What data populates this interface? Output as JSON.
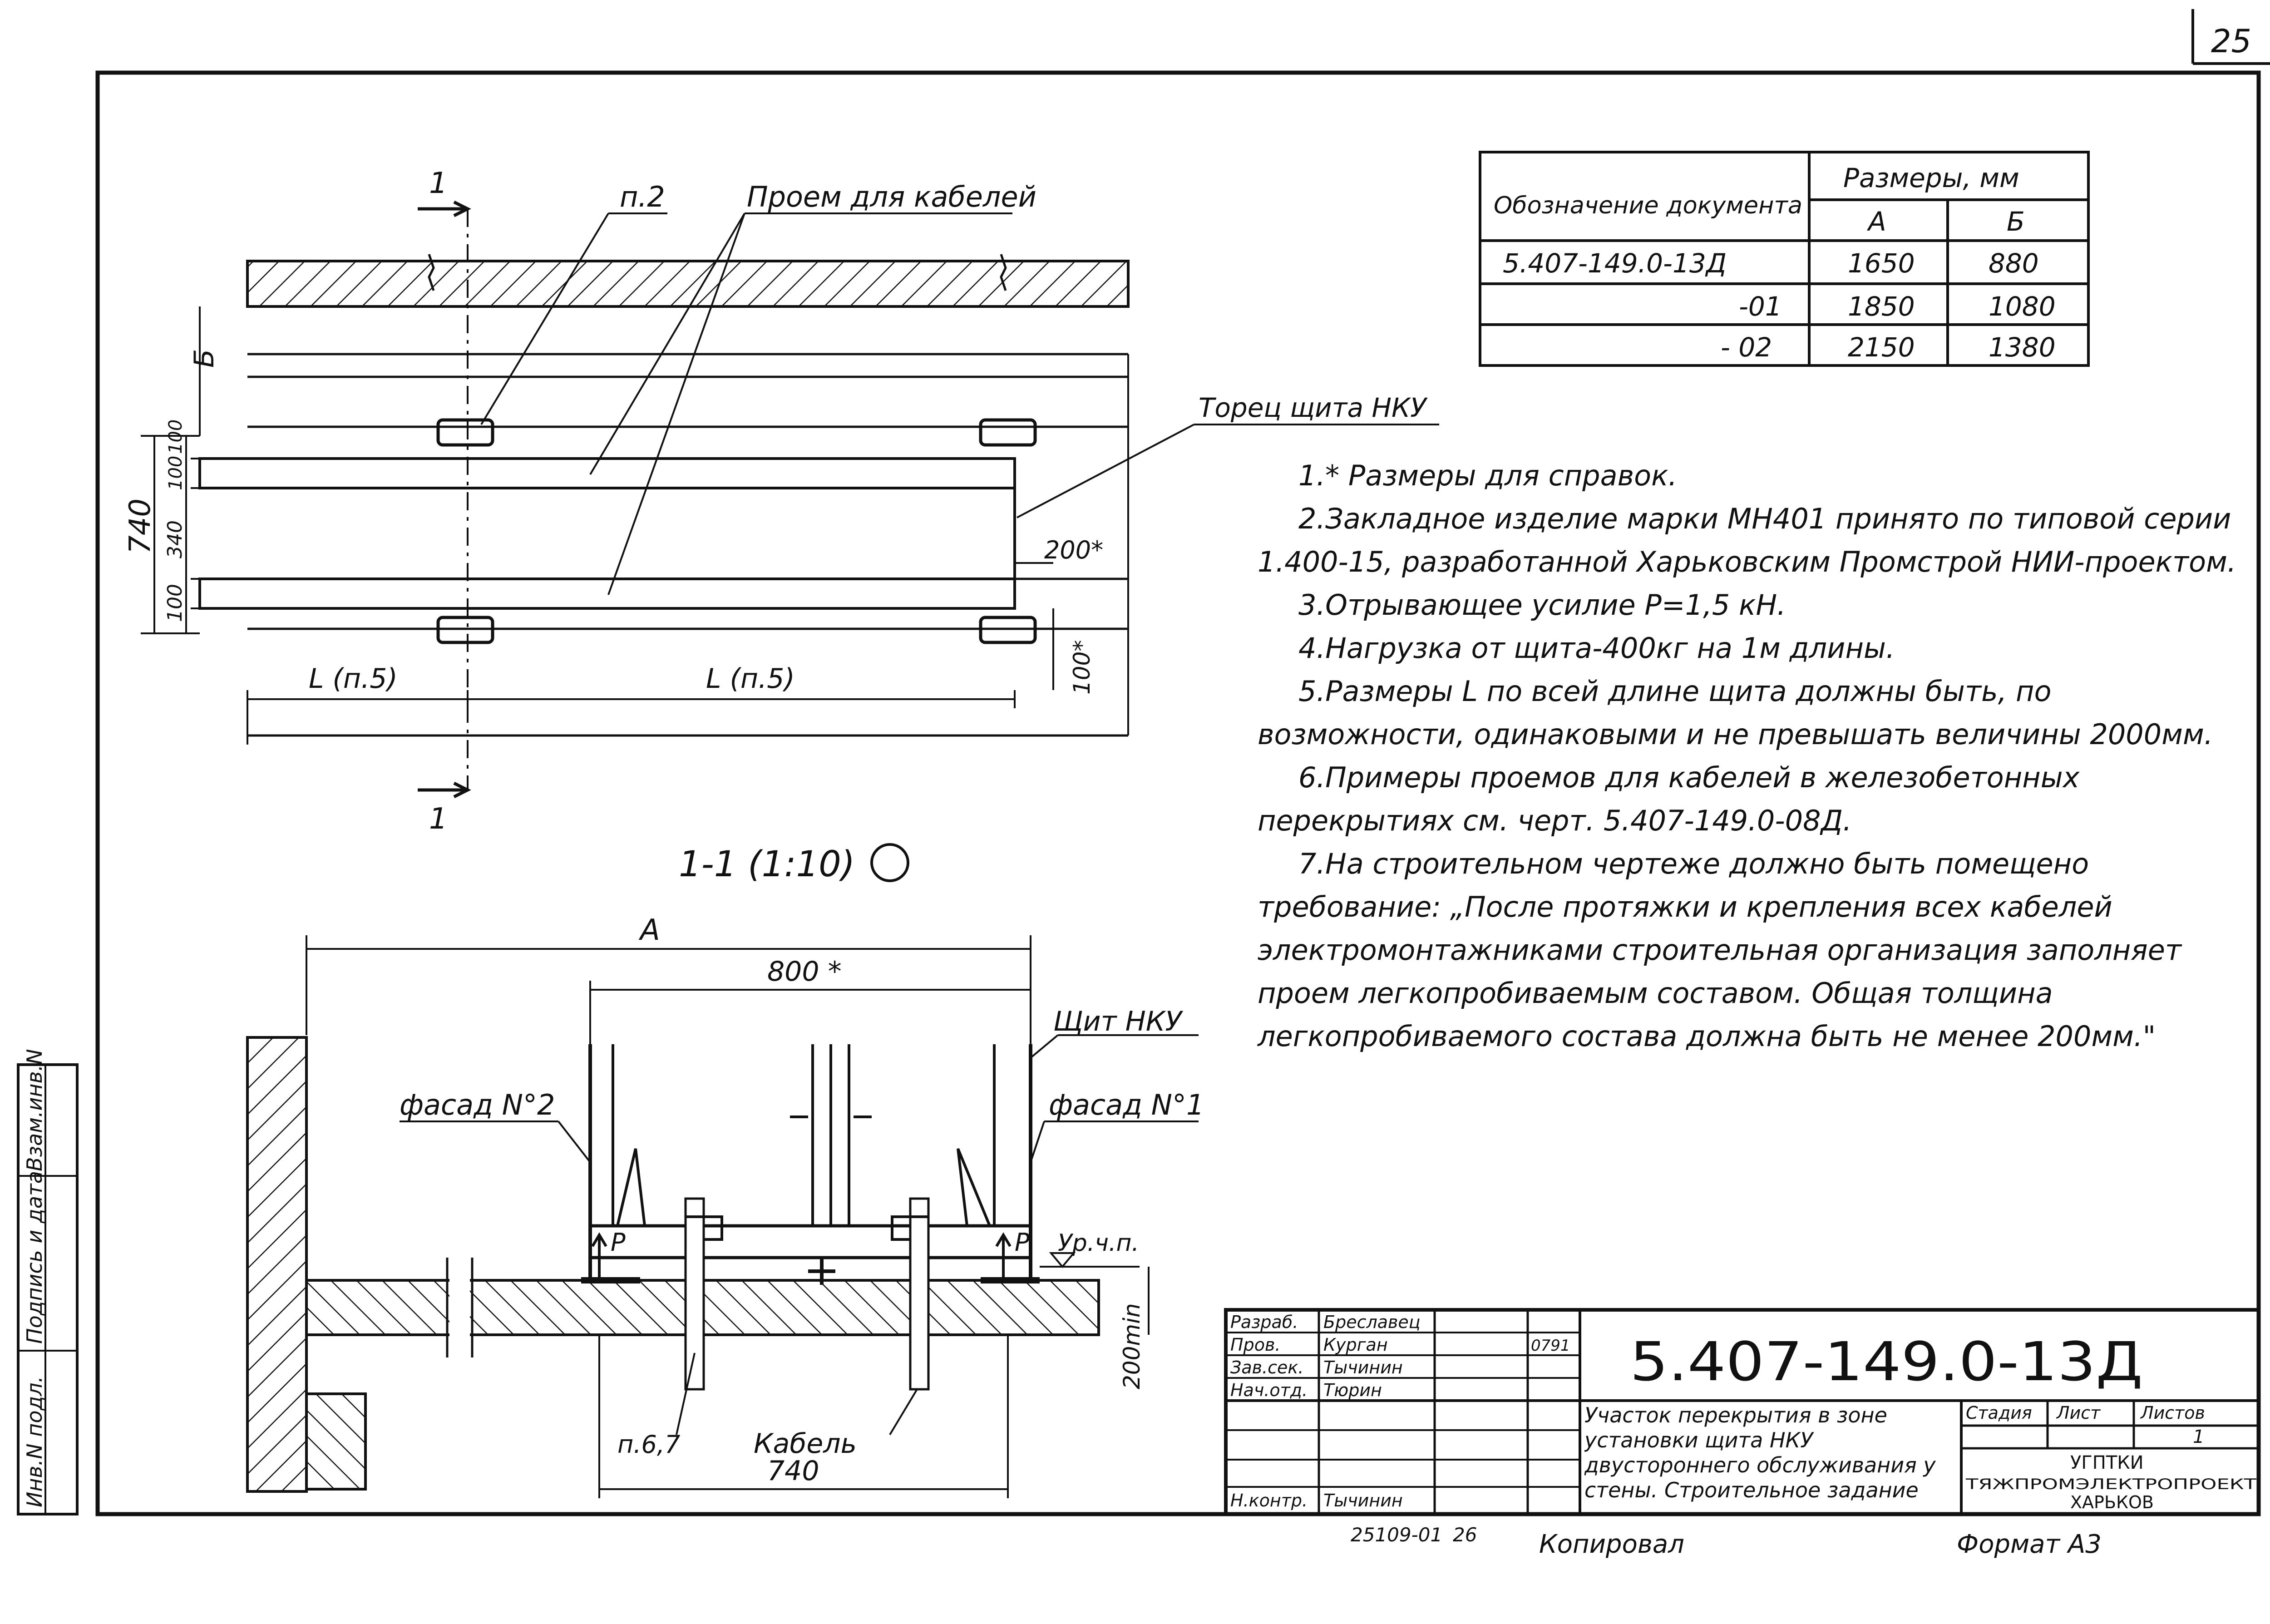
{
  "page_number": "25",
  "dimensions_table": {
    "col_designation": "Обозначение документа",
    "col_sizes": "Размеры, мм",
    "col_a": "А",
    "col_b": "Б",
    "rows": [
      {
        "designation": "5.407-149.0-13Д",
        "a": "1650",
        "b": "880"
      },
      {
        "designation": "-01",
        "a": "1850",
        "b": "1080"
      },
      {
        "designation": "- 02",
        "a": "2150",
        "b": "1380"
      }
    ]
  },
  "plan_view": {
    "label_p2": "п.2",
    "label_cable_opening": "Проем для кабелей",
    "label_panel_end": "Торец щита НКУ",
    "section_mark": "1",
    "dim_b": "Б",
    "dim_740": "740",
    "dim_100_left": "100",
    "dim_340": "340",
    "dim_100_top": "100",
    "dim_100_mid": "100",
    "dim_200": "200*",
    "dim_100_bottom": "100*",
    "dim_l1": "L (п.5)",
    "dim_l2": "L (п.5)"
  },
  "section_view": {
    "title": "1-1 (1:10)",
    "dim_a": "А",
    "dim_800": "800 *",
    "label_panel": "Щит НКУ",
    "label_facade2": "фасад N°2",
    "label_facade1": "фасад N°1",
    "label_level": "Ур.ч.п.",
    "label_p_left": "P",
    "label_p_right": "P",
    "dim_200min": "200min",
    "label_p67": "п.6,7",
    "label_cable": "Кабель",
    "dim_740": "740"
  },
  "notes": [
    "1.* Размеры для справок.",
    "2.Закладное изделие марки МН401 принято по типовой серии 1.400-15, разработанной Харьковским Промстрой НИИ-проектом.",
    "3.Отрывающее усилие P=1,5 кН.",
    "4.Нагрузка от щита-400кг на 1м длины.",
    "5.Размеры L по всей длине щита должны быть, по возможности, одинаковыми и не превышать величины 2000мм.",
    "6.Примеры проемов для кабелей в железобетонных перекрытиях см. черт. 5.407-149.0-08Д.",
    "7.На строительном чертеже должно быть помещено требование: „После протяжки и крепления всех кабелей электромонтажниками строительная организация заполняет проем легкопробиваемым составом. Общая толщина легкопробиваемого состава должна быть не менее 200мм.\""
  ],
  "title_block": {
    "doc_number": "5.407-149.0-13Д",
    "roles": [
      {
        "role": "Разраб.",
        "name": "Бреславец"
      },
      {
        "role": "Пров.",
        "name": "Курган"
      },
      {
        "role": "Зав.сек.",
        "name": "Тычинин"
      },
      {
        "role": "Нач.отд.",
        "name": "Тюрин"
      },
      {
        "role": "",
        "name": ""
      },
      {
        "role": "",
        "name": ""
      },
      {
        "role": "Н.контр.",
        "name": "Тычинин"
      }
    ],
    "date_code": "0791",
    "description": "Участок перекрытия в зоне установки щита НКУ двустороннего обслуживания у стены. Строительное задание",
    "stage_label": "Стадия",
    "sheet_label": "Лист",
    "sheets_label": "Листов",
    "sheets_value": "1",
    "org_line1": "УГПТКИ",
    "org_line2": "ТЯЖПРОМЭЛЕКТРОПРОЕКТ",
    "org_line3": "ХАРЬКОВ"
  },
  "side_stamp": {
    "col1": "Инв.N подл.",
    "col2": "Подпись и дата",
    "col3": "Взам.инв.N"
  },
  "footer": {
    "archive_code": "25109-01",
    "archive_page": "26",
    "copied": "Копировал",
    "format": "Формат А3"
  }
}
